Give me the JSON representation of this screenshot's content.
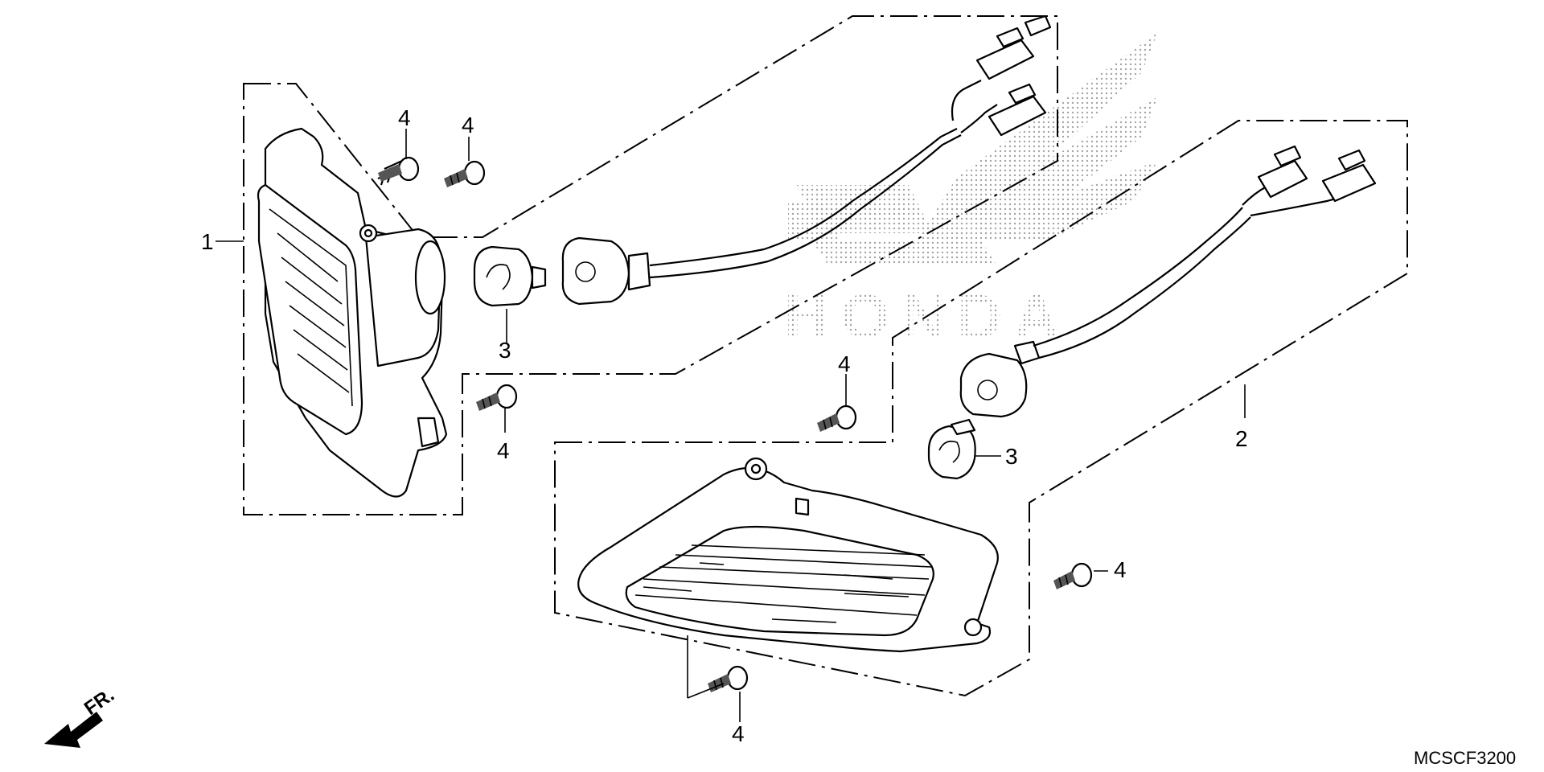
{
  "diagram": {
    "callouts": {
      "part_1": "1",
      "part_2": "2",
      "part_3a": "3",
      "part_3b": "3",
      "part_4a": "4",
      "part_4b": "4",
      "part_4c": "4",
      "part_4d": "4",
      "part_4e": "4",
      "part_4f": "4"
    },
    "front_marker": "FR.",
    "diagram_code": "MCSCF3200",
    "watermark": "HONDA"
  }
}
